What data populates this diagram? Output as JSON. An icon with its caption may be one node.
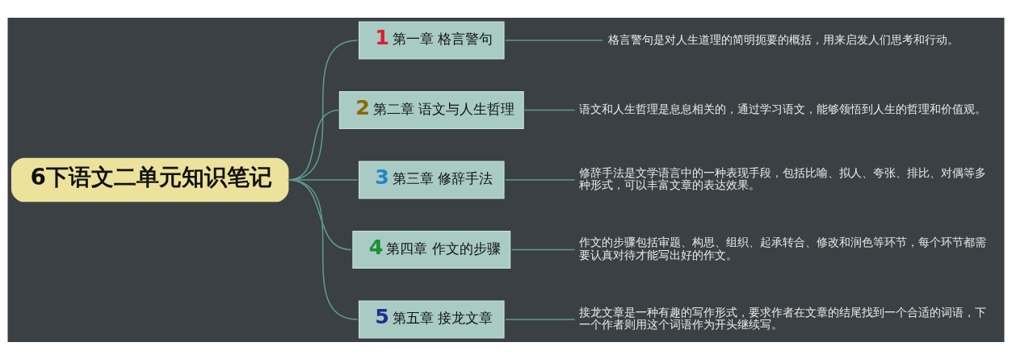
{
  "diagram": {
    "nodes": [
      {
        "text": [
          "6下语文二单元知识笔记"
        ]
      },
      {
        "text": [
          "1",
          "第一章 格言警句"
        ]
      },
      {
        "text": [
          "2",
          "第二章 语文与人生哲理"
        ]
      },
      {
        "text": [
          "3",
          "第三章 修辞手法"
        ]
      },
      {
        "text": [
          "4",
          "第四章 作文的步骤"
        ]
      },
      {
        "text": [
          "5",
          "第五章 接龙文章"
        ]
      },
      {
        "text": [
          "格言警句是对人生道理的简明扼要的概括，用来启发人们思考和行动。"
        ]
      },
      {
        "text": [
          "语文和人生哲理是息息相关的，通过学习语文，能够领悟到人生的哲理和价值观。"
        ]
      },
      {
        "text": [
          "修辞手法是文学语言中的一种表现手段，包括比喻、拟人、夸张、排比、对偶等多种形式，可以丰富文章的表达效果。"
        ]
      },
      {
        "text": [
          "作文的步骤包括审题、构思、组织、起承转合、修改和润色等环节，每个环节都需要认真对待才能写出好的作文。"
        ]
      },
      {
        "text": [
          "接龙文章是一种有趣的写作形式，要求作者在文章的结尾找到一个合适的词语，下一个作者则用这个词语作为开头继续写。"
        ]
      }
    ],
    "edges": [
      {
        "from": 0,
        "to": 1,
        "arrow": "none"
      },
      {
        "from": 0,
        "to": 2,
        "arrow": "none"
      },
      {
        "from": 0,
        "to": 3,
        "arrow": "none"
      },
      {
        "from": 0,
        "to": 4,
        "arrow": "none"
      },
      {
        "from": 0,
        "to": 5,
        "arrow": "none"
      },
      {
        "from": 1,
        "to": 6,
        "arrow": "none"
      },
      {
        "from": 2,
        "to": 7,
        "arrow": "none"
      },
      {
        "from": 3,
        "to": 8,
        "arrow": "none"
      },
      {
        "from": 4,
        "to": 9,
        "arrow": "none"
      },
      {
        "from": 5,
        "to": 10,
        "arrow": "none"
      }
    ]
  }
}
